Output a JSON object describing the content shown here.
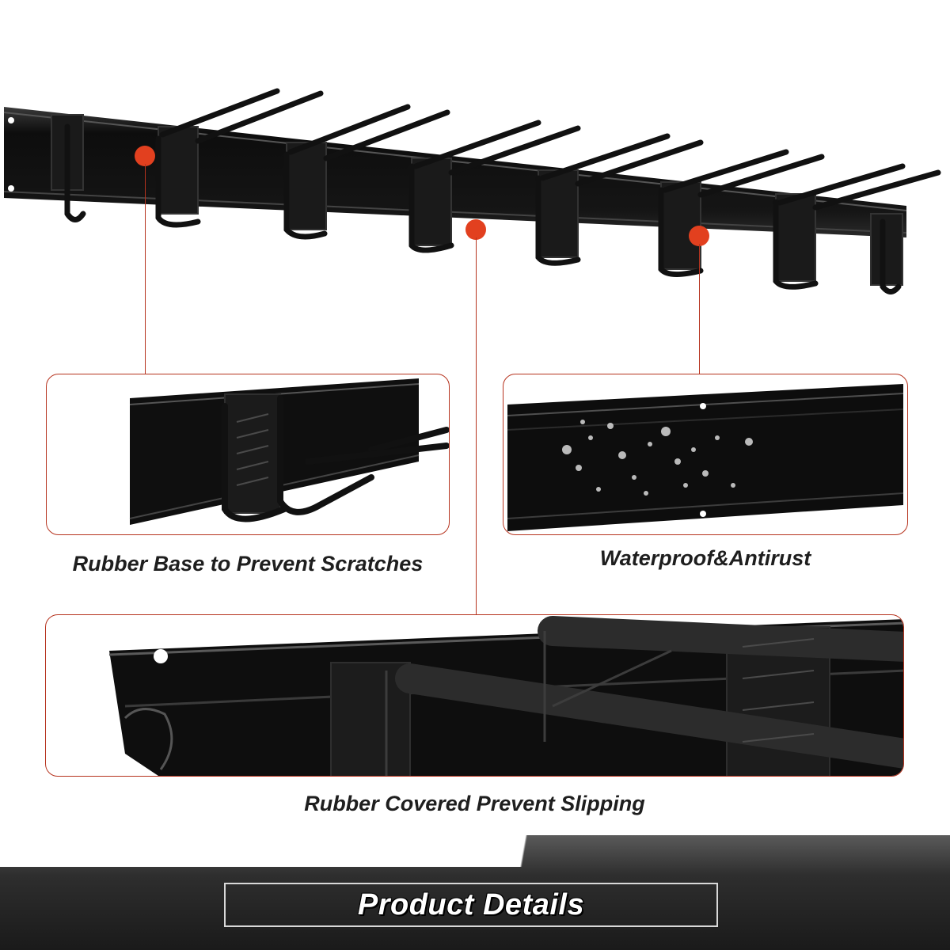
{
  "features": {
    "rubber_base": "Rubber Base to Prevent Scratches",
    "waterproof": "Waterproof&Antirust",
    "rubber_covered": "Rubber Covered Prevent Slipping"
  },
  "footer": {
    "title": "Product Details"
  },
  "colors": {
    "accent": "#e2401f",
    "callout_border": "#b6331e",
    "rack": "#111111"
  }
}
